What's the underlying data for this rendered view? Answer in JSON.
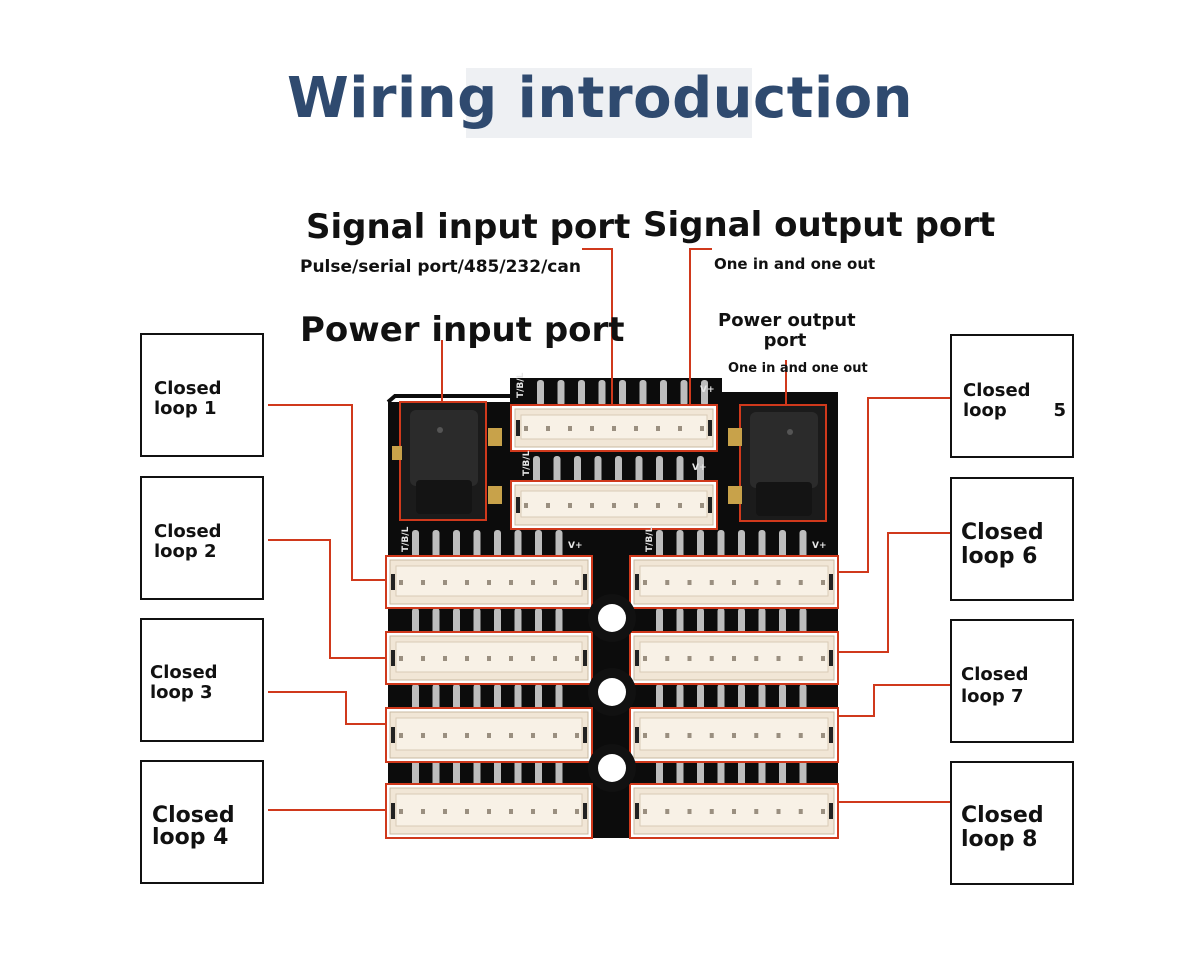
{
  "title": "Wiring introduction",
  "labels": {
    "signal_input": "Signal input port",
    "signal_input_sub": "Pulse/serial port/485/232/can",
    "signal_output": "Signal output port",
    "signal_output_sub": "One in and one out",
    "power_input": "Power input port",
    "power_output_line1": "Power output",
    "power_output_line2": "port",
    "power_output_sub": "One in and one out"
  },
  "boxes": {
    "loop1": {
      "line1": "Closed",
      "line2": "loop 1"
    },
    "loop2": {
      "line1": "Closed",
      "line2": "loop 2"
    },
    "loop3": {
      "line1": "Closed",
      "line2": "loop 3"
    },
    "loop4": {
      "line1": "Closed",
      "line2": "loop 4"
    },
    "loop5": {
      "line1": "Closed loop",
      "line2": "5"
    },
    "loop6": {
      "line1": "Closed",
      "line2": "loop 6"
    },
    "loop7": {
      "line1": "Closed",
      "line2": "loop 7"
    },
    "loop8": {
      "line1": "Closed",
      "line2": "loop 8"
    }
  },
  "silkscreen": {
    "left_mark": "T/B/L",
    "right_mark": "V+"
  },
  "colors": {
    "title": "#2f4a6f",
    "leader": "#d0391c",
    "pcb": "#0c0c0c",
    "connector": "#f1e6d6"
  }
}
